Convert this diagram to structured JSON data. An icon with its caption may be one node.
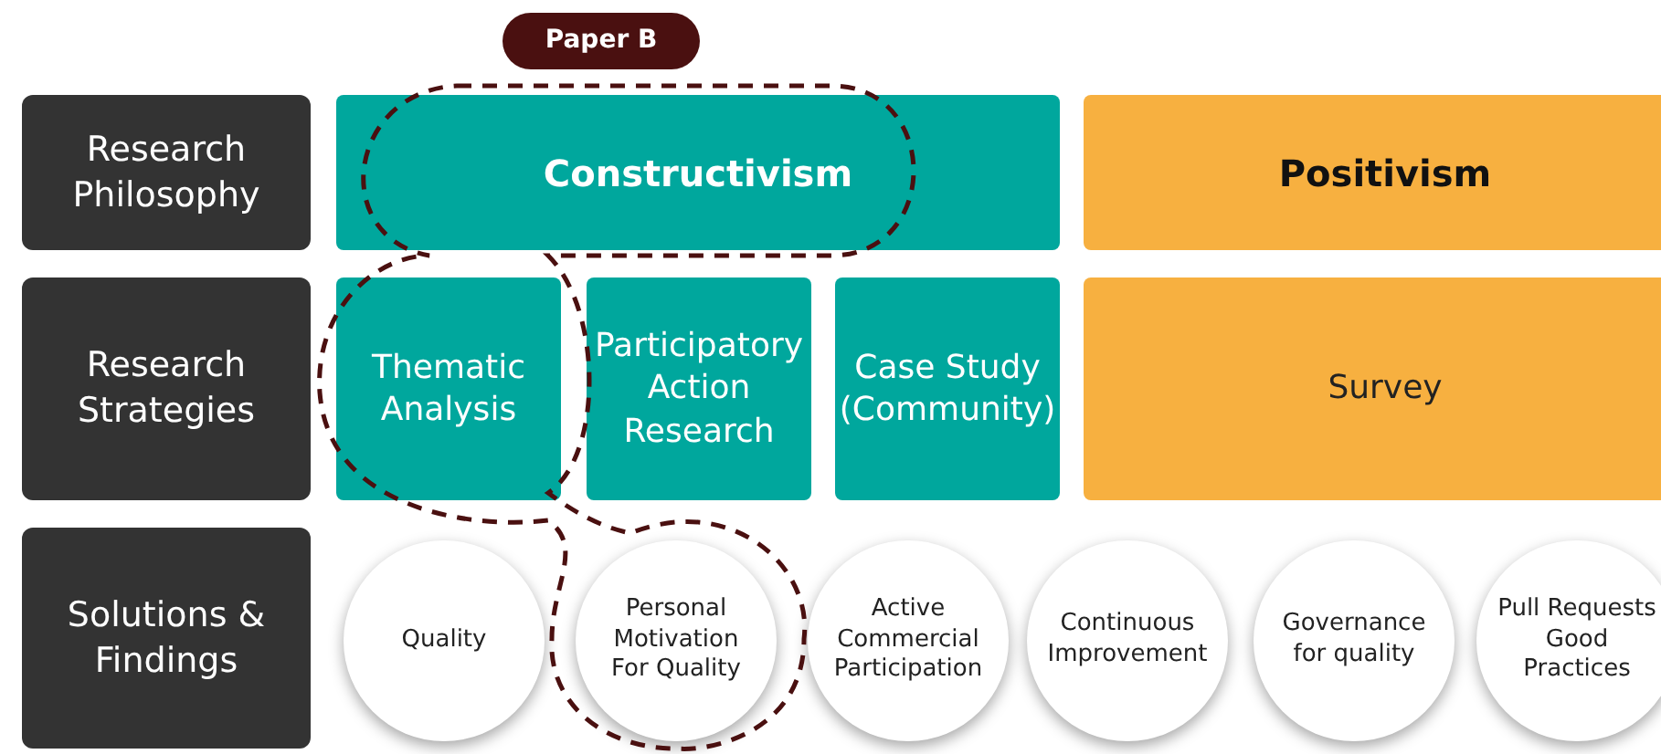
{
  "diagram": {
    "nodes": [
      {
        "text": [
          "Paper B"
        ]
      },
      {
        "text": [
          "Research Philosophy"
        ]
      },
      {
        "text": [
          "Constructivism"
        ]
      },
      {
        "text": [
          "Positivism"
        ]
      },
      {
        "text": [
          "Research Strategies"
        ]
      },
      {
        "text": [
          "Thematic Analysis"
        ]
      },
      {
        "text": [
          "Participatory Action Research"
        ]
      },
      {
        "text": [
          "Case Study (Community)"
        ]
      },
      {
        "text": [
          "Survey"
        ]
      },
      {
        "text": [
          "Solutions & Findings"
        ]
      },
      {
        "text": [
          "Quality"
        ]
      },
      {
        "text": [
          "Personal Motivation For Quality"
        ]
      },
      {
        "text": [
          "Active Commercial Participation"
        ]
      },
      {
        "text": [
          "Continuous Improvement"
        ]
      },
      {
        "text": [
          "Governance for quality"
        ]
      },
      {
        "text": [
          "Pull Requests Good Practices"
        ]
      }
    ],
    "edges": []
  }
}
